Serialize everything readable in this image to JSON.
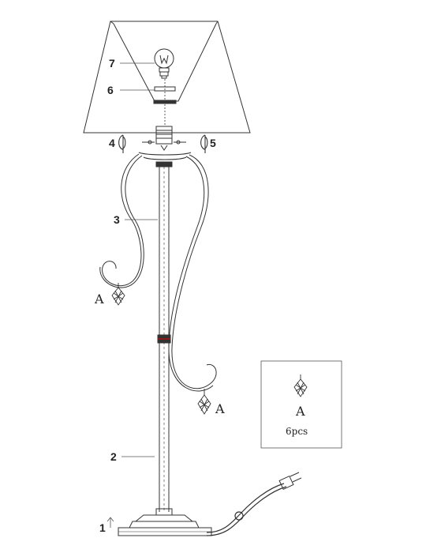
{
  "labels": {
    "part1": "1",
    "part2": "2",
    "part3": "3",
    "part4": "4",
    "part5": "5",
    "part6": "6",
    "part7": "7",
    "crystal_left": "A",
    "crystal_right": "A"
  },
  "inset": {
    "letter": "A",
    "quantity": "6pcs"
  },
  "colors": {
    "line": "#333333",
    "accent": "#8b1a1a"
  }
}
